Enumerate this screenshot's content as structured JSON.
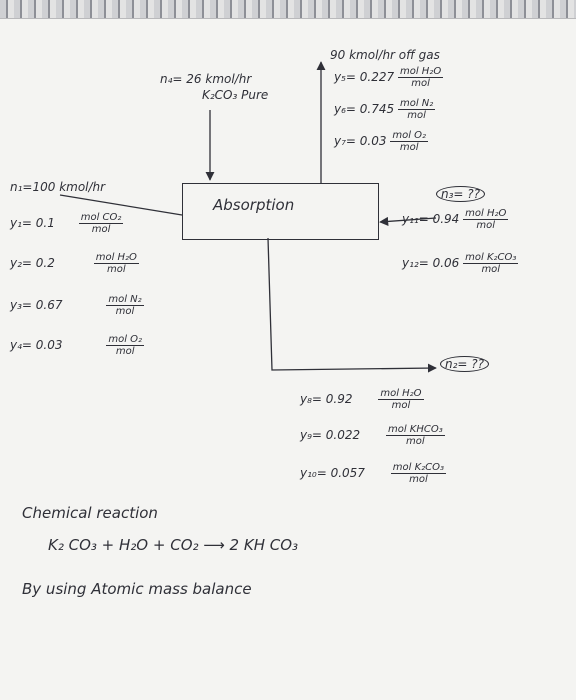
{
  "feed_top": {
    "flow": "n₄= 26 kmol/hr",
    "species": "K₂CO₃ Pure"
  },
  "gas_out": {
    "flow": "90 kmol/hr off gas",
    "lines": [
      {
        "label": "y₅= 0.227",
        "num": "mol H₂O",
        "den": "mol"
      },
      {
        "label": "y₆= 0.745",
        "num": "mol N₂",
        "den": "mol"
      },
      {
        "label": "y₇= 0.03",
        "num": "mol O₂",
        "den": "mol"
      }
    ]
  },
  "feed_left": {
    "flow": "n₁=100 kmol/hr",
    "lines": [
      {
        "label": "y₁= 0.1",
        "num": "mol CO₂",
        "den": "mol"
      },
      {
        "label": "y₂= 0.2",
        "num": "mol H₂O",
        "den": "mol"
      },
      {
        "label": "y₃= 0.67",
        "num": "mol N₂",
        "den": "mol"
      },
      {
        "label": "y₄= 0.03",
        "num": "mol O₂",
        "den": "mol"
      }
    ]
  },
  "absorber_label": "Absorption",
  "feed_right": {
    "flow": "n₃= ??",
    "lines": [
      {
        "label": "y₁₁= 0.94",
        "num": "mol H₂O",
        "den": "mol"
      },
      {
        "label": "y₁₂= 0.06",
        "num": "mol K₂CO₃",
        "den": "mol"
      }
    ]
  },
  "bottom_out": {
    "flow": "n₂= ??",
    "lines": [
      {
        "label": "y₈= 0.92",
        "num": "mol H₂O",
        "den": "mol"
      },
      {
        "label": "y₉= 0.022",
        "num": "mol KHCO₃",
        "den": "mol"
      },
      {
        "label": "y₁₀= 0.057",
        "num": "mol K₂CO₃",
        "den": "mol"
      }
    ]
  },
  "reaction_title": "Chemical reaction",
  "reaction": "K₂ CO₃ + H₂O + CO₂ ⟶ 2 KH CO₃",
  "method": "By using Atomic mass balance"
}
